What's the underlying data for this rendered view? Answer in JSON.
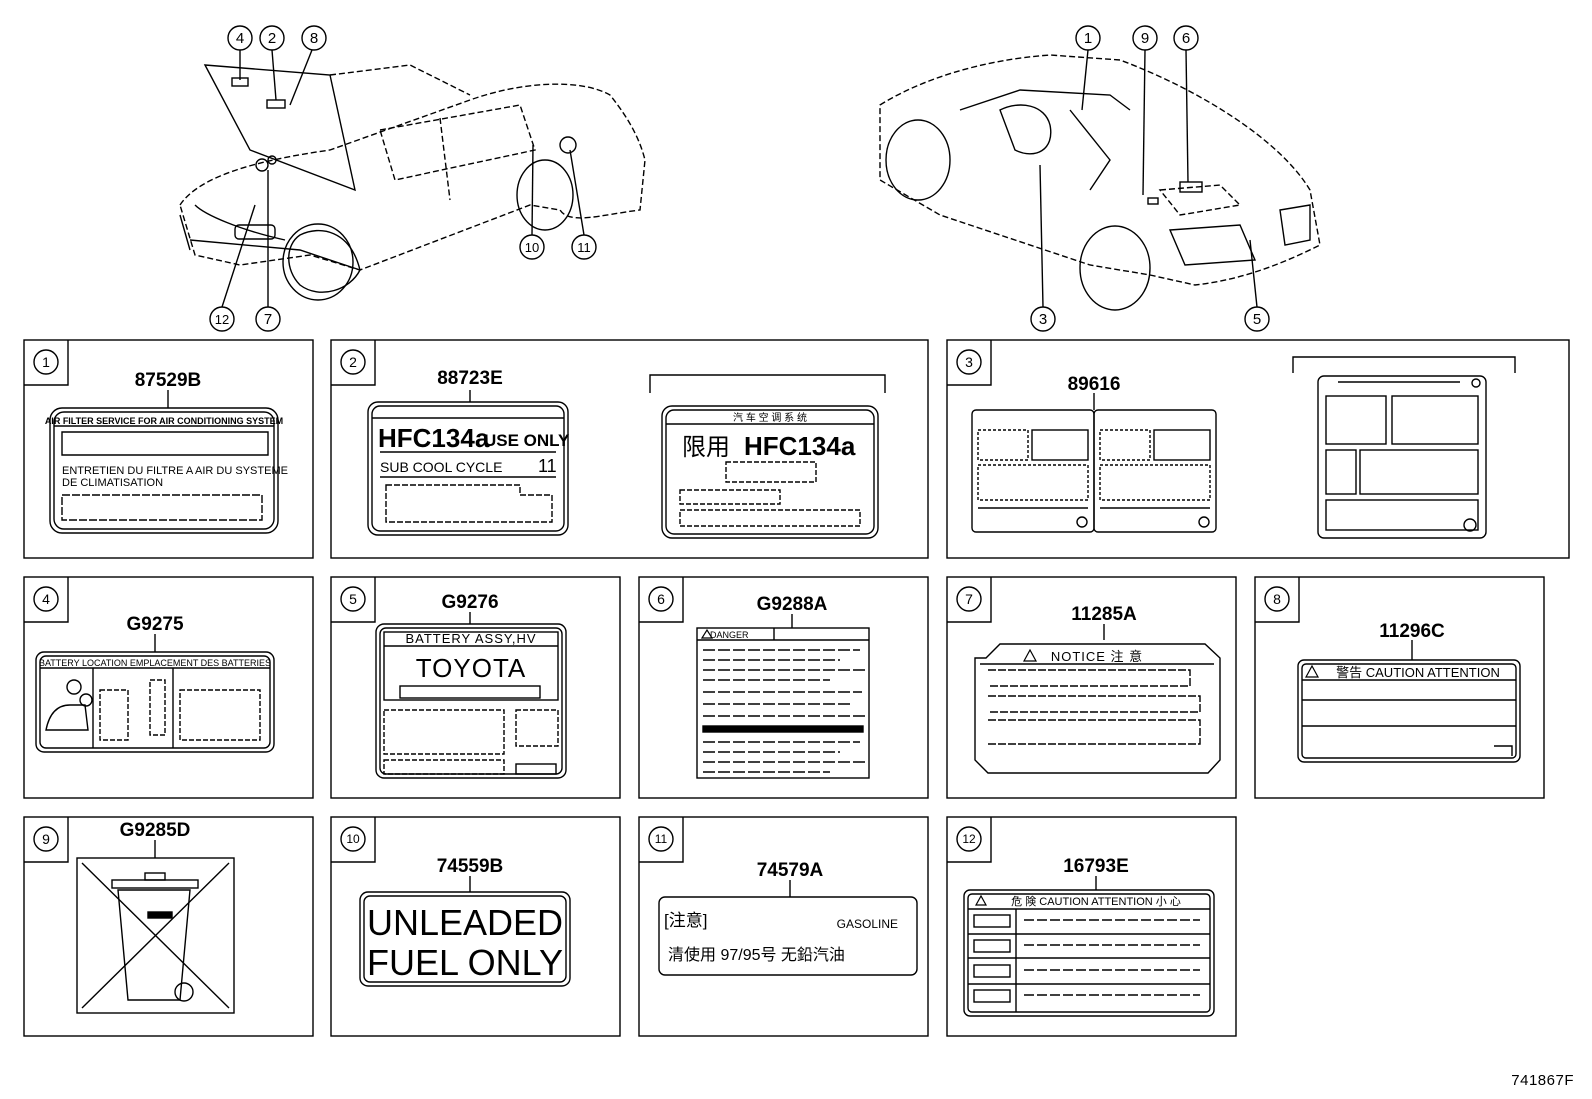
{
  "diagram_ref": "741867F",
  "callouts_left": [
    "4",
    "2",
    "8",
    "12",
    "7",
    "10",
    "11"
  ],
  "callouts_right": [
    "1",
    "9",
    "6",
    "3",
    "5"
  ],
  "panels": [
    {
      "num": "1",
      "part": "87529B",
      "line1": "AIR FILTER SERVICE FOR AIR CONDITIONING SYSTEM",
      "line2": "ENTRETIEN DU FILTRE A AIR DU SYSTEME",
      "line3": "DE CLIMATISATION"
    },
    {
      "num": "2",
      "part": "88723E",
      "main": "HFC134a",
      "use_only": "USE ONLY",
      "sub": "SUB COOL CYCLE",
      "code": "11",
      "cn_header": "汽 车 空 调 系 统",
      "cn_main": "限用",
      "cn_hfc": "HFC134a"
    },
    {
      "num": "3",
      "part": "89616"
    },
    {
      "num": "4",
      "part": "G9275",
      "header": "BATTERY LOCATION  EMPLACEMENT DES BATTERIES"
    },
    {
      "num": "5",
      "part": "G9276",
      "header": "BATTERY ASSY,HV",
      "brand": "TOYOTA"
    },
    {
      "num": "6",
      "part": "G9288A",
      "header": "DANGER"
    },
    {
      "num": "7",
      "part": "11285A",
      "header": "NOTICE  注 意"
    },
    {
      "num": "8",
      "part": "11296C",
      "header": "警告  CAUTION  ATTENTION"
    },
    {
      "num": "9",
      "part": "G9285D"
    },
    {
      "num": "10",
      "part": "74559B",
      "line1": "UNLEADED",
      "line2": "FUEL ONLY"
    },
    {
      "num": "11",
      "part": "74579A",
      "bracket": "[注意]",
      "gasoline": "GASOLINE",
      "cn_text": "清使用 97/95号 无鉛汽油"
    },
    {
      "num": "12",
      "part": "16793E",
      "header": "危 険  CAUTION  ATTENTION  小 心"
    }
  ]
}
